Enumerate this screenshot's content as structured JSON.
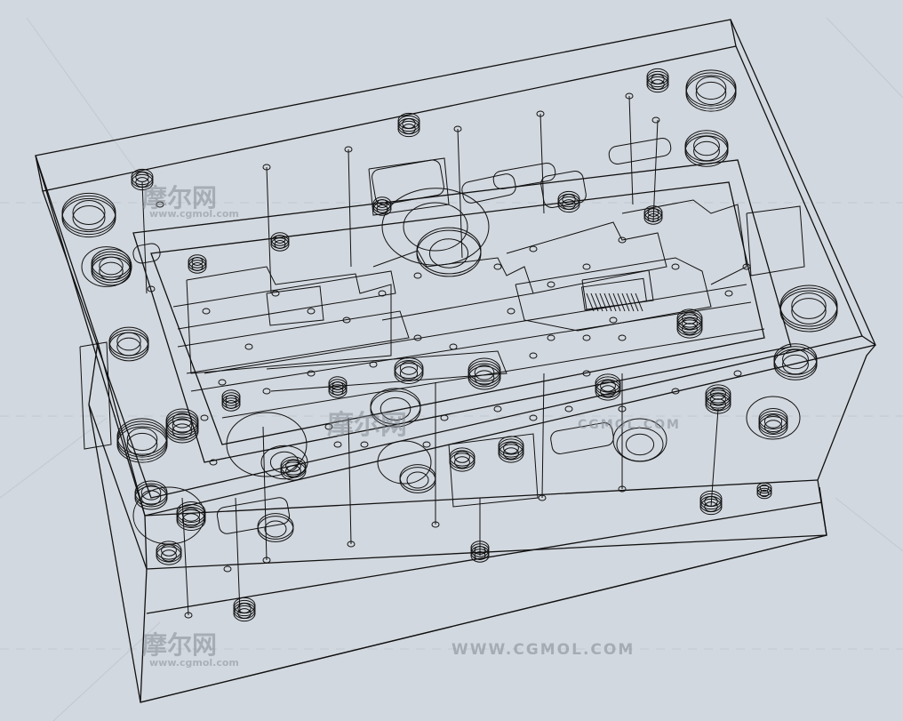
{
  "background_color": "#d2d8df",
  "line_color": "#111111",
  "watermark": {
    "logo_text": "摩尔网",
    "logo_url": "www.cgmol.com",
    "banner_url": "WWW.CGMOL.COM",
    "side_text": "CGMOL.COM"
  }
}
